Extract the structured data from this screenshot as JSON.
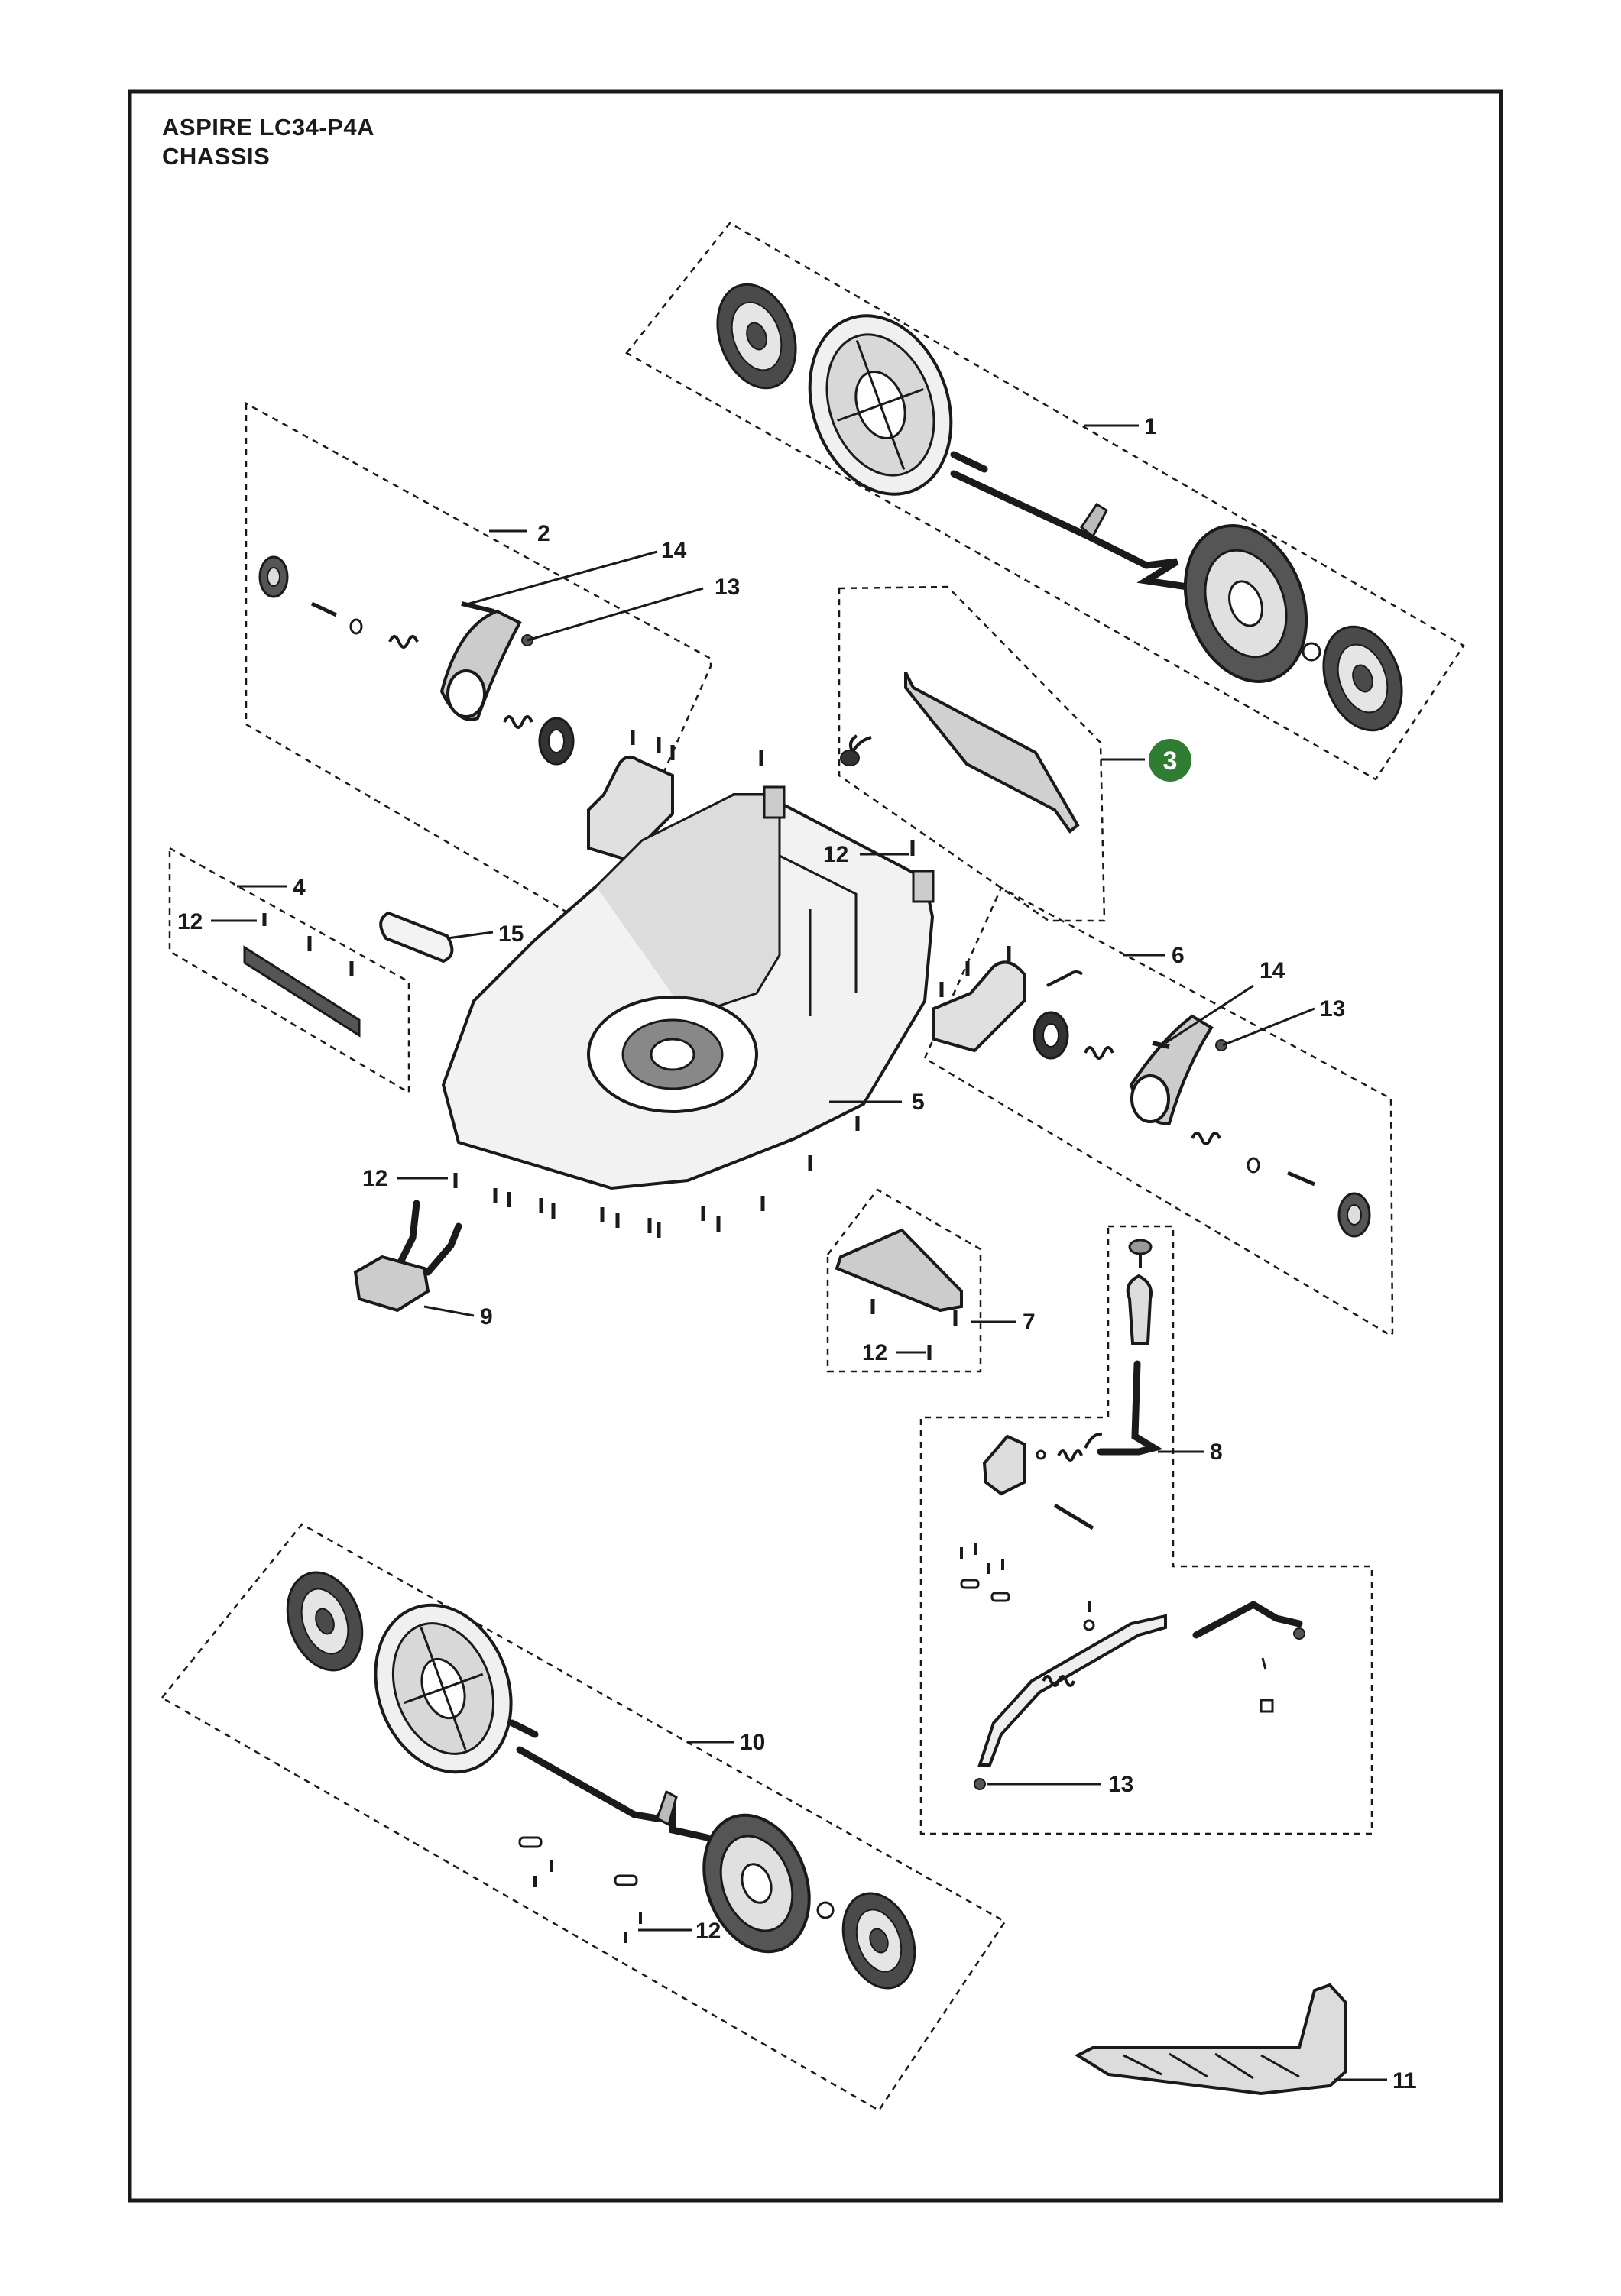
{
  "title": {
    "model": "ASPIRE LC34-P4A",
    "section": "CHASSIS"
  },
  "colors": {
    "ink": "#1a1a1a",
    "part_fill": "#3a3a3a",
    "highlight": "#2e7d32",
    "highlight_text": "#ffffff"
  },
  "callouts": {
    "c1": "1",
    "c2": "2",
    "c3": "3",
    "c4": "4",
    "c5": "5",
    "c6": "6",
    "c7": "7",
    "c8": "8",
    "c9": "9",
    "c10": "10",
    "c11": "11",
    "c12a": "12",
    "c12b": "12",
    "c12c": "12",
    "c12d": "12",
    "c12e": "12",
    "c13a": "13",
    "c13b": "13",
    "c13c": "13",
    "c14a": "14",
    "c14b": "14",
    "c15": "15"
  },
  "highlighted_callout": "3"
}
